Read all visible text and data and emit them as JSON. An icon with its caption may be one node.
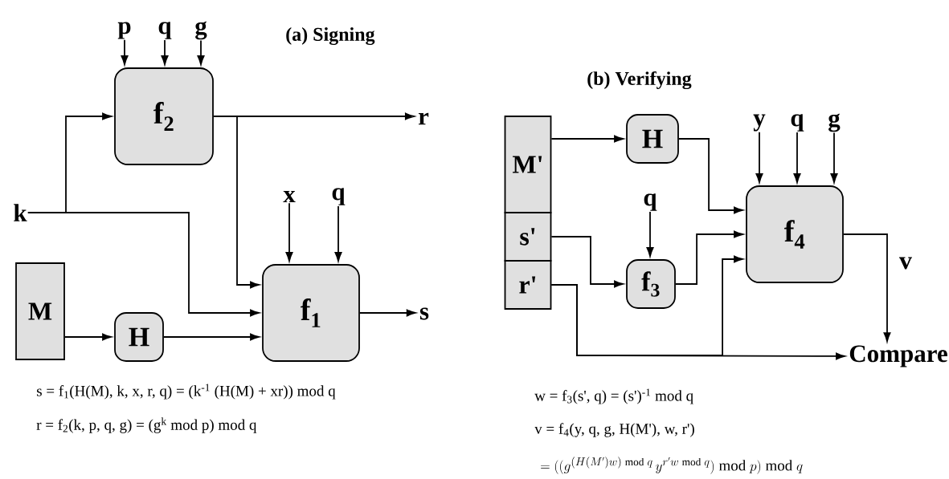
{
  "diagram": {
    "nodes": [
      {
        "text": [
          "p"
        ]
      },
      {
        "text": [
          "q"
        ]
      },
      {
        "text": [
          "g"
        ]
      },
      {
        "text": [
          "f$_{2}$"
        ]
      },
      {
        "text": [
          "r"
        ]
      },
      {
        "text": [
          "k"
        ]
      },
      {
        "text": [
          "x"
        ]
      },
      {
        "text": [
          "q"
        ]
      },
      {
        "text": [
          "M"
        ]
      },
      {
        "text": [
          "H"
        ]
      },
      {
        "text": [
          "f$_{1}$"
        ]
      },
      {
        "text": [
          "s"
        ]
      },
      {
        "text": [
          "M'"
        ]
      },
      {
        "text": [
          "s'"
        ]
      },
      {
        "text": [
          "r'"
        ]
      },
      {
        "text": [
          "H"
        ]
      },
      {
        "text": [
          "y"
        ]
      },
      {
        "text": [
          "q"
        ]
      },
      {
        "text": [
          "g"
        ]
      },
      {
        "text": [
          "q"
        ]
      },
      {
        "text": [
          "f$_{4}$"
        ]
      },
      {
        "text": [
          "f$_{3}$"
        ]
      },
      {
        "text": [
          "Compare"
        ]
      }
    ],
    "edges": [
      {
        "from": 0,
        "to": 3,
        "arrow": "to"
      },
      {
        "from": 1,
        "to": 3,
        "arrow": "to"
      },
      {
        "from": 2,
        "to": 3,
        "arrow": "to"
      },
      {
        "from": 5,
        "to": 3,
        "arrow": "to"
      },
      {
        "from": 3,
        "to": 4,
        "arrow": "to"
      },
      {
        "from": 3,
        "to": 10,
        "arrow": "to"
      },
      {
        "from": 5,
        "to": 10,
        "arrow": "to"
      },
      {
        "from": 6,
        "to": 10,
        "arrow": "to"
      },
      {
        "from": 7,
        "to": 10,
        "arrow": "to"
      },
      {
        "from": 8,
        "to": 9,
        "arrow": "to"
      },
      {
        "from": 9,
        "to": 10,
        "arrow": "to"
      },
      {
        "from": 10,
        "to": 11,
        "arrow": "to"
      },
      {
        "from": 12,
        "to": 15,
        "arrow": "to"
      },
      {
        "from": 15,
        "to": 20,
        "arrow": "to"
      },
      {
        "from": 16,
        "to": 20,
        "arrow": "to"
      },
      {
        "from": 17,
        "to": 20,
        "arrow": "to"
      },
      {
        "from": 18,
        "to": 20,
        "arrow": "to"
      },
      {
        "from": 19,
        "to": 21,
        "arrow": "to"
      },
      {
        "from": 13,
        "to": 21,
        "arrow": "to"
      },
      {
        "from": 21,
        "to": 20,
        "arrow": "to"
      },
      {
        "from": 14,
        "to": 20,
        "arrow": "to"
      },
      {
        "from": 14,
        "to": 22,
        "arrow": "to"
      },
      {
        "from": 20,
        "to": 22,
        "arrow": "to",
        "label": "v"
      }
    ],
    "labels": [
      "(a) Signing",
      "(b) Verifying",
      "s = f$_{1}$(H(M), k, x, r, q) = (k$^{-1}$ (H(M) + xr)) mod q",
      "r = f$_{2}$(k, p, q, g) = (g$^{k}$ mod p) mod q",
      "w = f$_{3}$(s', q) = (s')$^{-1}$ mod q",
      "v = f$_{4}$(y, q, g, H(M'), w, r')",
      "= ((g^{(H(M')w) \\bmod q}\\, y^{r'w \\bmod q}) \\bmod p) \\bmod q"
    ]
  }
}
